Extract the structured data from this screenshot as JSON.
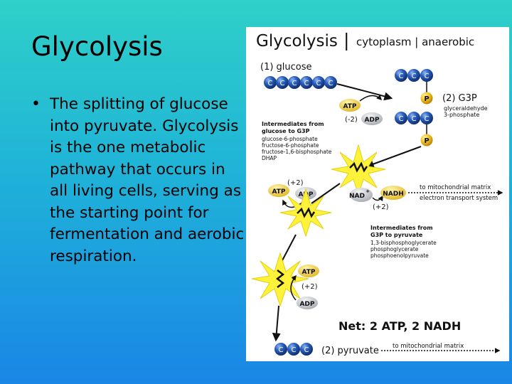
{
  "slide": {
    "title": "Glycolysis",
    "bullet": "The splitting of glucose into pyruvate. Glycolysis is the one metabolic pathway that occurs in all living cells, serving as the starting point for fermentation and aerobic respiration."
  },
  "diagram": {
    "heading": "Glycolysis",
    "divider": "|",
    "subtitle": "cytoplasm | anaerobic",
    "glucose_label": "(1) glucose",
    "g3p_label": "(2) G3P",
    "g3p_desc_1": "glyceraldehyde",
    "g3p_desc_2": "3-phosphate",
    "carbon": "C",
    "phosphate": "P",
    "atp": "ATP",
    "adp": "ADP",
    "nad": "NAD",
    "nad_sup": "+",
    "nadh": "NADH",
    "minus2": "(-2)",
    "plus2": "(+2)",
    "inter1_title_1": "Intermediates from",
    "inter1_title_2": "glucose to G3P",
    "inter1_items": [
      "glucose-6-phosphate",
      "fructose-6-phosphate",
      "fructose-1,6-bisphosphate",
      "DHAP"
    ],
    "to_mito_1": "to mitochondrial matrix",
    "to_mito_2": "electron transport system",
    "inter2_title_1": "Intermediates from",
    "inter2_title_2": "G3P to pyruvate",
    "inter2_items": [
      "1,3-bisphosphoglycerate",
      "phosphoglycerate",
      "phosphoenolpyruvate"
    ],
    "net": "Net: 2 ATP, 2 NADH",
    "pyruvate_label": "(2) pyruvate",
    "to_mito_3": "to mitochondrial matrix",
    "colors": {
      "carbon_blue": "#1e4fa8",
      "phosphate_yellow": "#f2c21b",
      "atp_yellow": "#f2cf3a",
      "adp_gray": "#c9ccd1",
      "starburst": "#fff23a"
    }
  }
}
